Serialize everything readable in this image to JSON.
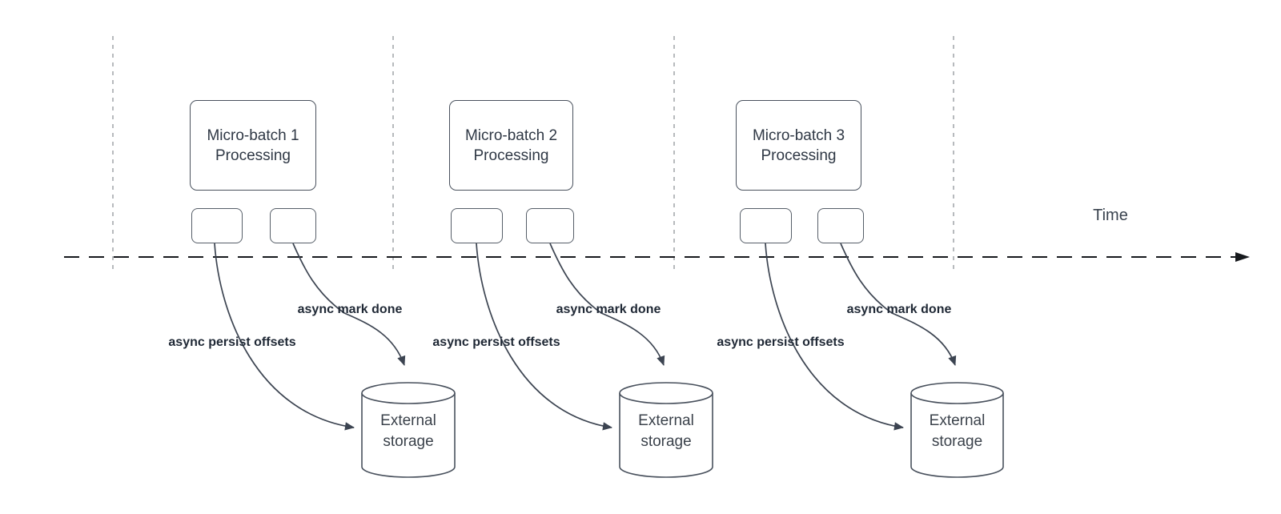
{
  "time_label": "Time",
  "groups": [
    {
      "title_line1": "Micro-batch 1",
      "title_line2": "Processing",
      "persist_label": "async persist offsets",
      "mark_done_label": "async mark done",
      "storage_line1": "External",
      "storage_line2": "storage"
    },
    {
      "title_line1": "Micro-batch 2",
      "title_line2": "Processing",
      "persist_label": "async persist offsets",
      "mark_done_label": "async mark done",
      "storage_line1": "External",
      "storage_line2": "storage"
    },
    {
      "title_line1": "Micro-batch 3",
      "title_line2": "Processing",
      "persist_label": "async persist offsets",
      "mark_done_label": "async mark done",
      "storage_line1": "External",
      "storage_line2": "storage"
    }
  ],
  "colors": {
    "shape_stroke": "#49515d",
    "arrow_stroke": "#3c4451",
    "timeline_stroke": "#17191d",
    "guide_line": "#b7babd",
    "title_text": "#2f3845",
    "label_text": "#1f2835"
  }
}
